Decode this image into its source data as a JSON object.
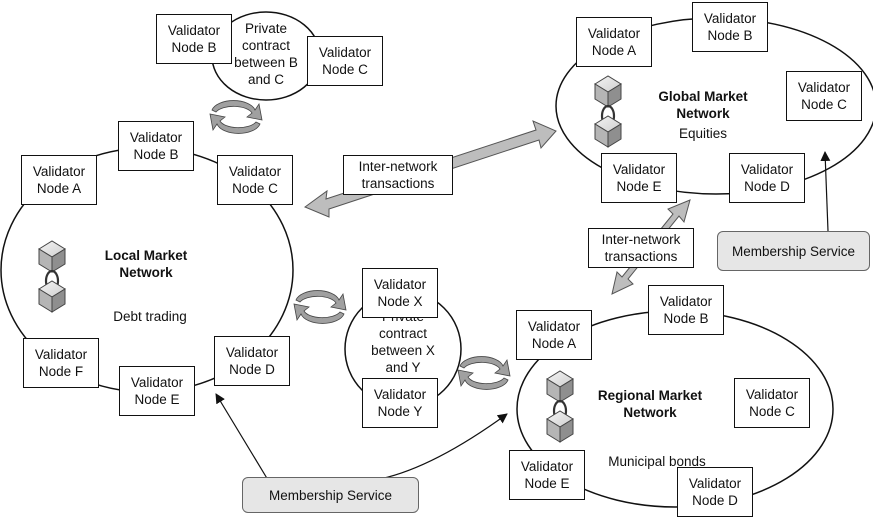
{
  "local_network": {
    "name_line1": "Local Market",
    "name_line2": "Network",
    "description": "Debt trading",
    "nodes": [
      {
        "line1": "Validator",
        "line2": "Node A"
      },
      {
        "line1": "Validator",
        "line2": "Node B"
      },
      {
        "line1": "Validator",
        "line2": "Node C"
      },
      {
        "line1": "Validator",
        "line2": "Node D"
      },
      {
        "line1": "Validator",
        "line2": "Node E"
      },
      {
        "line1": "Validator",
        "line2": "Node F"
      }
    ]
  },
  "global_network": {
    "name_line1": "Global Market",
    "name_line2": "Network",
    "description": "Equities",
    "nodes": [
      {
        "line1": "Validator",
        "line2": "Node A"
      },
      {
        "line1": "Validator",
        "line2": "Node B"
      },
      {
        "line1": "Validator",
        "line2": "Node C"
      },
      {
        "line1": "Validator",
        "line2": "Node D"
      },
      {
        "line1": "Validator",
        "line2": "Node E"
      }
    ]
  },
  "regional_network": {
    "name_line1": "Regional Market",
    "name_line2": "Network",
    "description": "Municipal bonds",
    "nodes": [
      {
        "line1": "Validator",
        "line2": "Node A"
      },
      {
        "line1": "Validator",
        "line2": "Node B"
      },
      {
        "line1": "Validator",
        "line2": "Node C"
      },
      {
        "line1": "Validator",
        "line2": "Node D"
      },
      {
        "line1": "Validator",
        "line2": "Node E"
      }
    ]
  },
  "private_contract_bc": {
    "lines": [
      "Private",
      "contract",
      "between B",
      "and C"
    ],
    "node_b": {
      "line1": "Validator",
      "line2": "Node B"
    },
    "node_c": {
      "line1": "Validator",
      "line2": "Node C"
    }
  },
  "private_contract_xy": {
    "lines": [
      "Private",
      "contract",
      "between X",
      "and Y"
    ],
    "node_x": {
      "line1": "Validator",
      "line2": "Node X"
    },
    "node_y": {
      "line1": "Validator",
      "line2": "Node Y"
    }
  },
  "inter_network_1": {
    "line1": "Inter-network",
    "line2": "transactions"
  },
  "inter_network_2": {
    "line1": "Inter-network",
    "line2": "transactions"
  },
  "membership_service_left": "Membership Service",
  "membership_service_right": "Membership Service"
}
